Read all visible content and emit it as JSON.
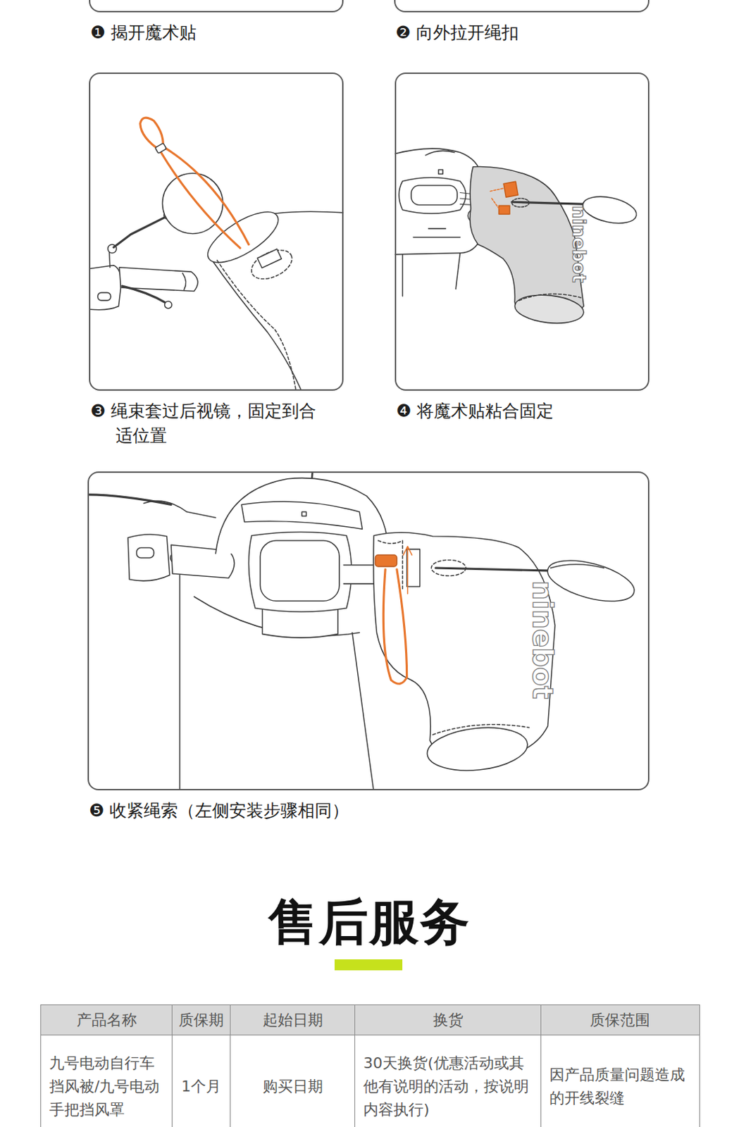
{
  "diagram": {
    "title": "售后服务",
    "nodes": [
      {
        "text": [
          "❶ 揭开魔术贴"
        ]
      },
      {
        "text": [
          "❷ 向外拉开绳扣"
        ]
      },
      {
        "text": [
          "❸ 绳束套过后视镜，固定到合适位置"
        ]
      },
      {
        "text": [
          "❹ 将魔术贴粘合固定"
        ]
      },
      {
        "text": [
          "❺ 收紧绳索（左侧安装步骤相同）"
        ]
      }
    ],
    "labels": [
      "ninebot",
      "ninebot",
      "产品名称",
      "质保期",
      "起始日期",
      "换货",
      "质保范围",
      "九号电动自行车挡风被/九号电动手把挡风罩",
      "1个月",
      "购买日期",
      "30天换货(优惠活动或其他有说明的活动，按说明内容执行)",
      "因产品质量问题造成的开线裂缝"
    ]
  }
}
